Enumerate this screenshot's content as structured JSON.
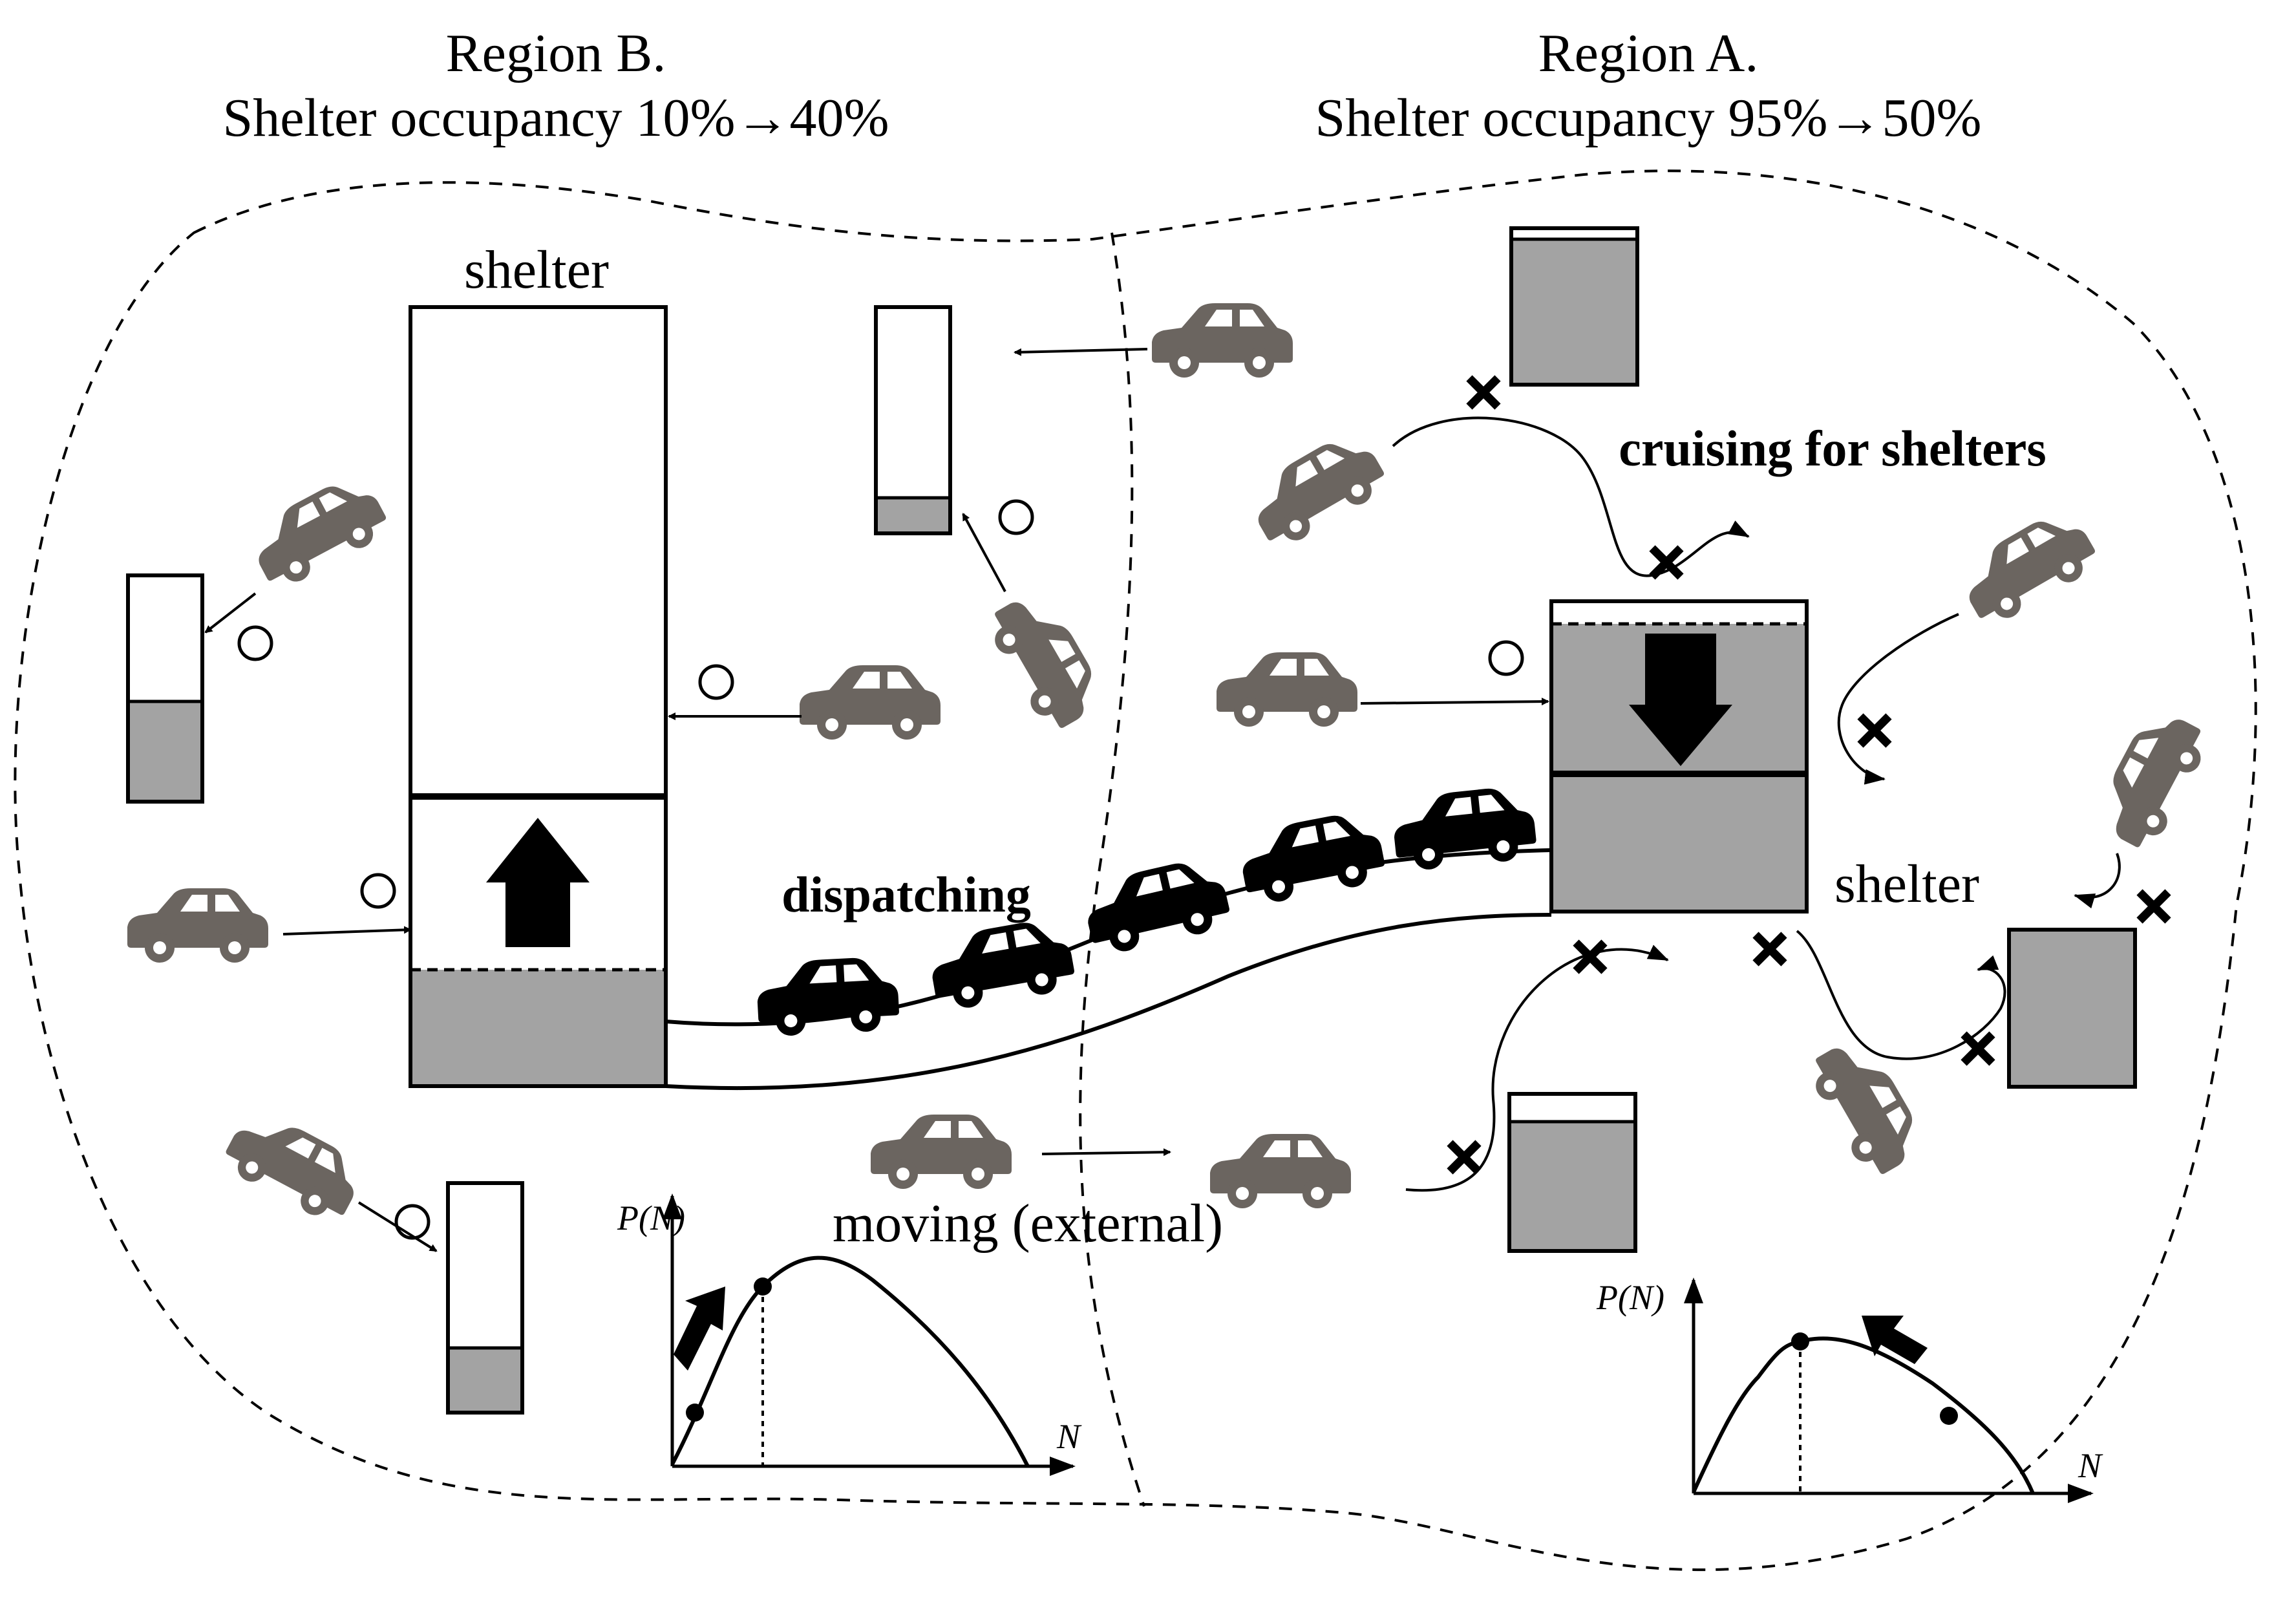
{
  "colors": {
    "car_gray": "#6b6560",
    "car_black": "#000000",
    "shelter_fill": "#a3a3a3"
  },
  "regions": {
    "b": {
      "name": "Region B.",
      "occupancy": "Shelter occupancy 10%→40%"
    },
    "a": {
      "name": "Region A.",
      "occupancy": "Shelter occupancy 95%→50%"
    }
  },
  "labels": {
    "shelter_b": "shelter",
    "shelter_a": "shelter",
    "dispatching": "dispatching",
    "cruising": "cruising for shelters",
    "moving": "moving (external)"
  },
  "markers": {
    "ok": "○",
    "full": "×"
  },
  "icons": [
    "car-icon",
    "arrow-up-icon",
    "arrow-down-icon",
    "circle-icon",
    "cross-icon"
  ],
  "graphs": {
    "b": {
      "ylabel": "P(N)",
      "xlabel": "N",
      "trend": "up"
    },
    "a": {
      "ylabel": "P(N)",
      "xlabel": "N",
      "trend": "up-left"
    }
  }
}
